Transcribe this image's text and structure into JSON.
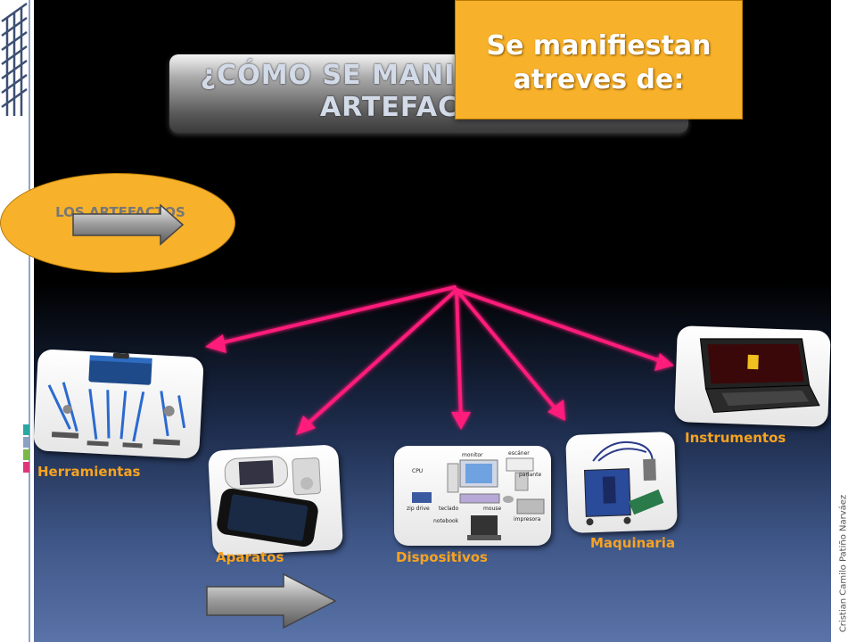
{
  "title": "¿CÓMO SE MANIFIESTAN LOS\nARTEFACTOS?",
  "callout": "Se manifiestan atreves de:",
  "ellipse_label": "LOS ARTEFACTOS",
  "labels": {
    "herramientas": "Herramientas",
    "aparatos": "Aparatos",
    "dispositivos": "Dispositivos",
    "maquinaria": "Maquinaria",
    "instrumentos": "Instrumentos"
  },
  "device_labels": {
    "monitor": "monitor",
    "scanner": "escáner",
    "cpu": "CPU",
    "speaker": "parlante",
    "keyboard": "teclado",
    "mouse": "mouse",
    "zip": "zip drive",
    "printer": "impresora",
    "netbook": "notebook"
  },
  "credit": "Cristian Camilo Patiño Narváez",
  "colors": {
    "arrow": "#ff1a7a",
    "orange": "#f7b12a",
    "label": "#f7a321"
  }
}
